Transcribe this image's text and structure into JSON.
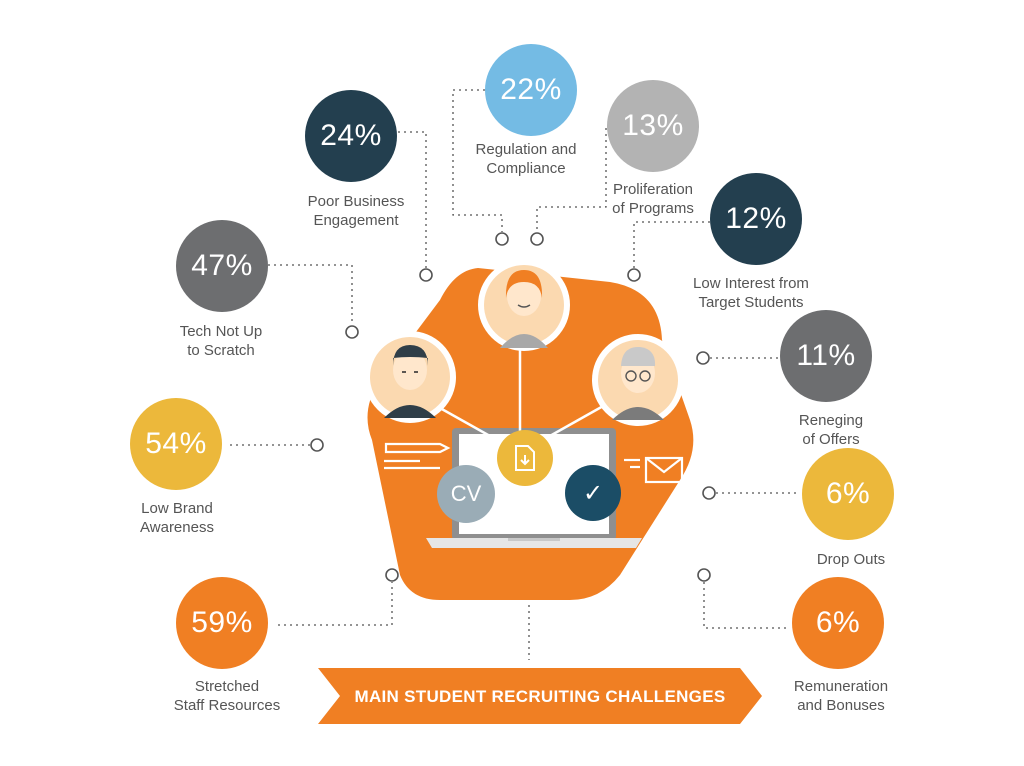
{
  "banner": {
    "text": "MAIN STUDENT RECRUITING CHALLENGES"
  },
  "center": {
    "cv_label": "CV",
    "check_glyph": "✓"
  },
  "colors": {
    "orange": "#f07f23",
    "dark_navy": "#233f4f",
    "light_blue": "#74bbe4",
    "light_gray": "#b3b3b3",
    "dark_gray": "#6d6e70",
    "yellow": "#ecb83b",
    "gray_blue": "#9aacb6",
    "check_navy": "#1b4d66"
  },
  "stats": [
    {
      "id": "regulation",
      "percent": "22%",
      "lines": [
        "Regulation and",
        "Compliance"
      ],
      "color": "#74bbe4"
    },
    {
      "id": "poor-business",
      "percent": "24%",
      "lines": [
        "Poor Business",
        "Engagement"
      ],
      "color": "#233f4f"
    },
    {
      "id": "proliferation",
      "percent": "13%",
      "lines": [
        "Proliferation",
        "of Programs"
      ],
      "color": "#b3b3b3"
    },
    {
      "id": "low-interest",
      "percent": "12%",
      "lines": [
        "Low Interest from",
        "Target Students"
      ],
      "color": "#233f4f"
    },
    {
      "id": "tech",
      "percent": "47%",
      "lines": [
        "Tech Not Up",
        "to Scratch"
      ],
      "color": "#6d6e70"
    },
    {
      "id": "reneging",
      "percent": "11%",
      "lines": [
        "Reneging",
        "of Offers"
      ],
      "color": "#6d6e70"
    },
    {
      "id": "brand",
      "percent": "54%",
      "lines": [
        "Low Brand",
        "Awareness"
      ],
      "color": "#ecb83b"
    },
    {
      "id": "dropouts",
      "percent": "6%",
      "lines": [
        "Drop Outs"
      ],
      "color": "#ecb83b"
    },
    {
      "id": "stretched",
      "percent": "59%",
      "lines": [
        "Stretched",
        "Staff Resources"
      ],
      "color": "#f07f23"
    },
    {
      "id": "remuneration",
      "percent": "6%",
      "lines": [
        "Remuneration",
        "and Bonuses"
      ],
      "color": "#f07f23"
    }
  ]
}
